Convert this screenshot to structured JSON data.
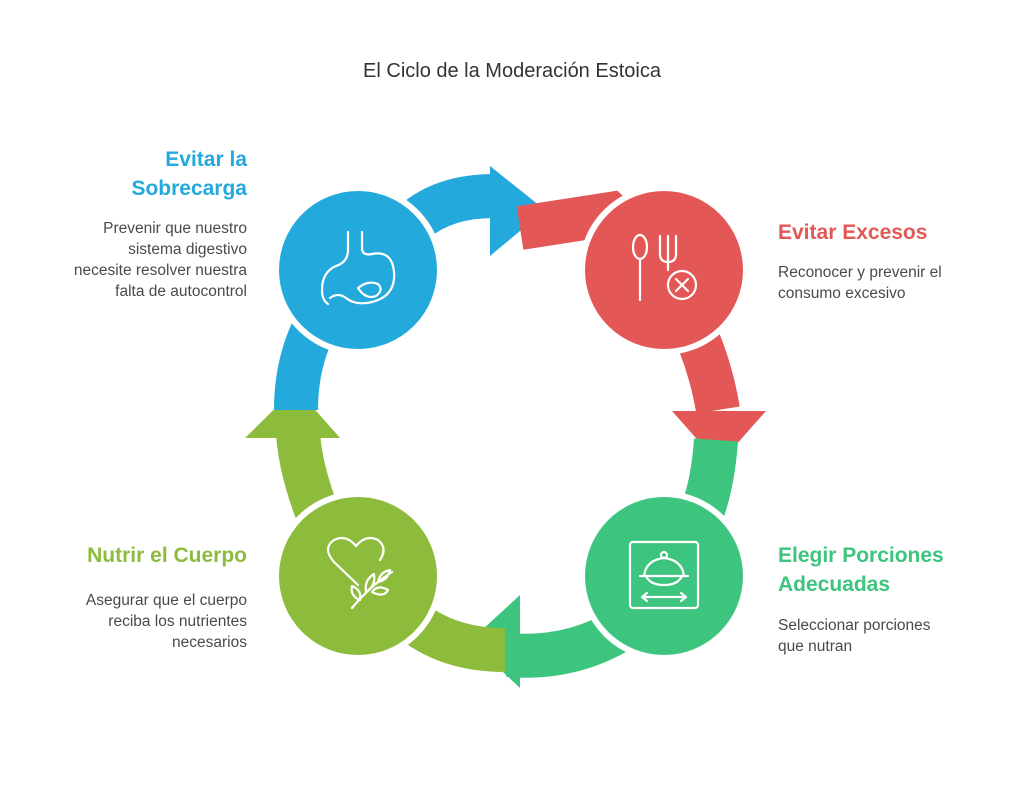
{
  "title": "El Ciclo de la Moderación Estoica",
  "steps": [
    {
      "id": "evitar-sobrecarga",
      "title_lines": [
        "Evitar la",
        "Sobrecarga"
      ],
      "description_lines": [
        "Prevenir que nuestro",
        "sistema digestivo",
        "necesite resolver nuestra",
        "falta de autocontrol"
      ],
      "color": "#24a9dc",
      "icon": "stomach-icon"
    },
    {
      "id": "evitar-excesos",
      "title_lines": [
        "Evitar Excesos"
      ],
      "description_lines": [
        "Reconocer y prevenir el",
        "consumo excesivo"
      ],
      "color": "#e45757",
      "icon": "cutlery-cancel-icon"
    },
    {
      "id": "elegir-porciones",
      "title_lines": [
        "Elegir Porciones",
        "Adecuadas"
      ],
      "description_lines": [
        "Seleccionar porciones",
        "que nutran"
      ],
      "color": "#3dc47e",
      "icon": "serving-dish-icon"
    },
    {
      "id": "nutrir-cuerpo",
      "title_lines": [
        "Nutrir el Cuerpo"
      ],
      "description_lines": [
        "Asegurar que el cuerpo",
        "reciba los nutrientes",
        "necesarios"
      ],
      "color": "#8dbb3c",
      "icon": "heart-leaf-icon"
    }
  ],
  "text_color": "#4a4a4a"
}
